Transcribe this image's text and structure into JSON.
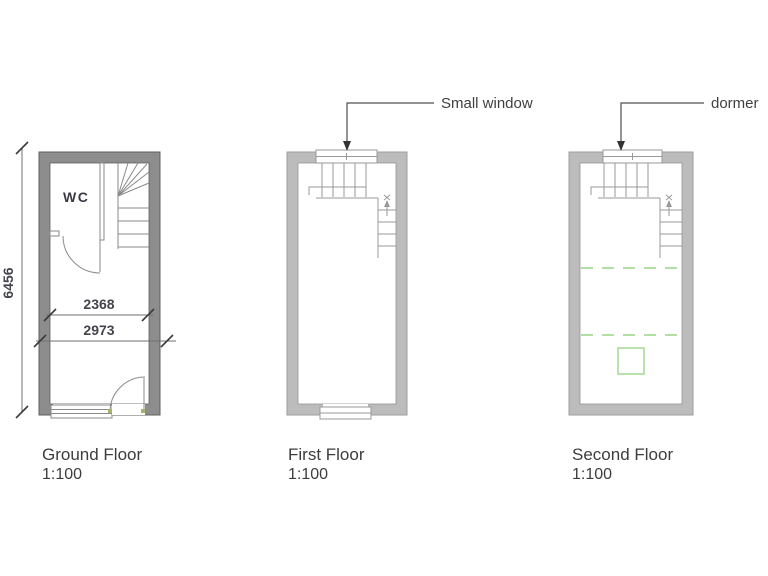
{
  "sheet": {
    "type": "architectural-floor-plans",
    "background": "#ffffff"
  },
  "annotations": {
    "small_window": {
      "label": "Small window"
    },
    "dormer": {
      "label": "dormer"
    }
  },
  "plans": [
    {
      "name": "Ground Floor",
      "scale": "1:100",
      "room_label": "WC",
      "dimensions": {
        "overall_height": "6456",
        "inner_width": "2368",
        "outer_width": "2973"
      }
    },
    {
      "name": "First Floor",
      "scale": "1:100"
    },
    {
      "name": "Second Floor",
      "scale": "1:100"
    }
  ],
  "colors": {
    "wall_ground_floor": "#8d8d8d",
    "wall_upper_floors": "#bcbcbc",
    "detail_lines": "#9a9a9a",
    "dimension_text": "#45444d",
    "label_text": "#3d3d3d",
    "green_dashed": "#b2dfa4"
  }
}
